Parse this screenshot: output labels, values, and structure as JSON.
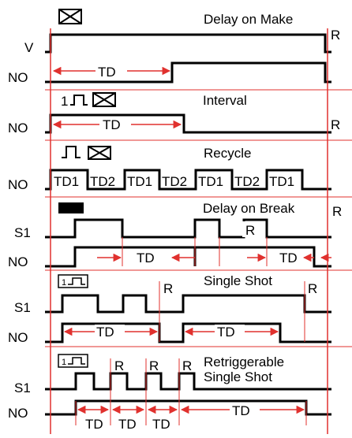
{
  "colors": {
    "trace": "#000000",
    "marker": "#e0312e",
    "background": "#ffffff"
  },
  "sections": [
    {
      "title": "Delay on Make",
      "signals": [
        "V",
        "NO"
      ],
      "td_labels": [
        "TD"
      ],
      "r_labels": [
        "R"
      ],
      "icons": [
        "relay-coil-icon"
      ]
    },
    {
      "title": "Interval",
      "prefix": "1",
      "signals": [
        "NO"
      ],
      "td_labels": [
        "TD"
      ],
      "r_labels": [
        "R"
      ],
      "icons": [
        "single-pulse-icon",
        "relay-coil-icon"
      ]
    },
    {
      "title": "Recycle",
      "signals": [
        "NO"
      ],
      "td_labels": [
        "TD1",
        "TD2",
        "TD1",
        "TD2",
        "TD1",
        "TD2",
        "TD1"
      ],
      "icons": [
        "pulse-icon",
        "relay-coil-icon"
      ]
    },
    {
      "title": "Delay on Break",
      "signals": [
        "S1",
        "NO"
      ],
      "td_labels": [
        "TD",
        "TD"
      ],
      "r_labels": [
        "R",
        "R"
      ],
      "icons": [
        "filled-bar-icon"
      ]
    },
    {
      "title": "Single Shot",
      "signals": [
        "S1",
        "NO"
      ],
      "td_labels": [
        "TD",
        "TD"
      ],
      "r_labels": [
        "R",
        "R"
      ],
      "icons": [
        "one-pulse-box-icon"
      ],
      "icon_text": "1"
    },
    {
      "title": "Retriggerable",
      "title2": "Single Shot",
      "signals": [
        "S1",
        "NO"
      ],
      "td_labels": [
        "TD",
        "TD",
        "TD",
        "TD"
      ],
      "r_labels": [
        "R",
        "R",
        "R"
      ],
      "icons": [
        "one-pulse-box-icon"
      ],
      "icon_text": "1"
    }
  ]
}
